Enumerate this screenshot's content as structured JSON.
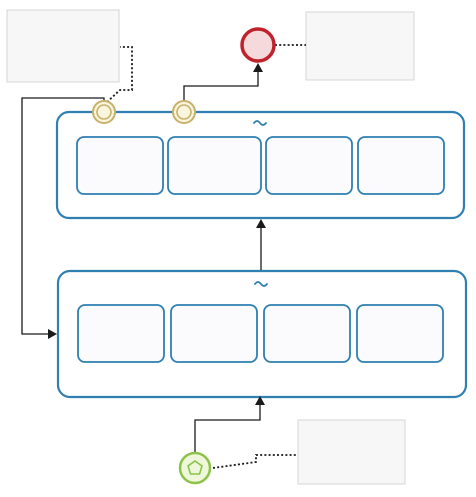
{
  "diagram": {
    "colors": {
      "subprocess_border": "#2f7fb1",
      "task_border": "#2f7fb1",
      "end_event": "#c0222b",
      "end_event_fill": "#f6d9db",
      "start_event": "#8bc34a",
      "start_event_fill": "#eef7d9",
      "intermediate_event": "#c8b16a",
      "intermediate_event_fill": "#fbf5df",
      "annotation_fill": "#f7f7f7",
      "flow_line": "#1a1a1a"
    },
    "elements": {
      "start_event": {
        "icon": "pentagon-icon"
      },
      "subprocess_lower": {
        "marker_icon": "ad-hoc-tilde-icon",
        "task_count": 4
      },
      "subprocess_upper": {
        "marker_icon": "ad-hoc-tilde-icon",
        "task_count": 4
      },
      "boundary_event_1": {
        "icon": "double-circle-icon"
      },
      "boundary_event_2": {
        "icon": "double-circle-icon"
      },
      "end_event": {
        "icon": "thick-circle-icon"
      },
      "annotations": 3
    }
  }
}
